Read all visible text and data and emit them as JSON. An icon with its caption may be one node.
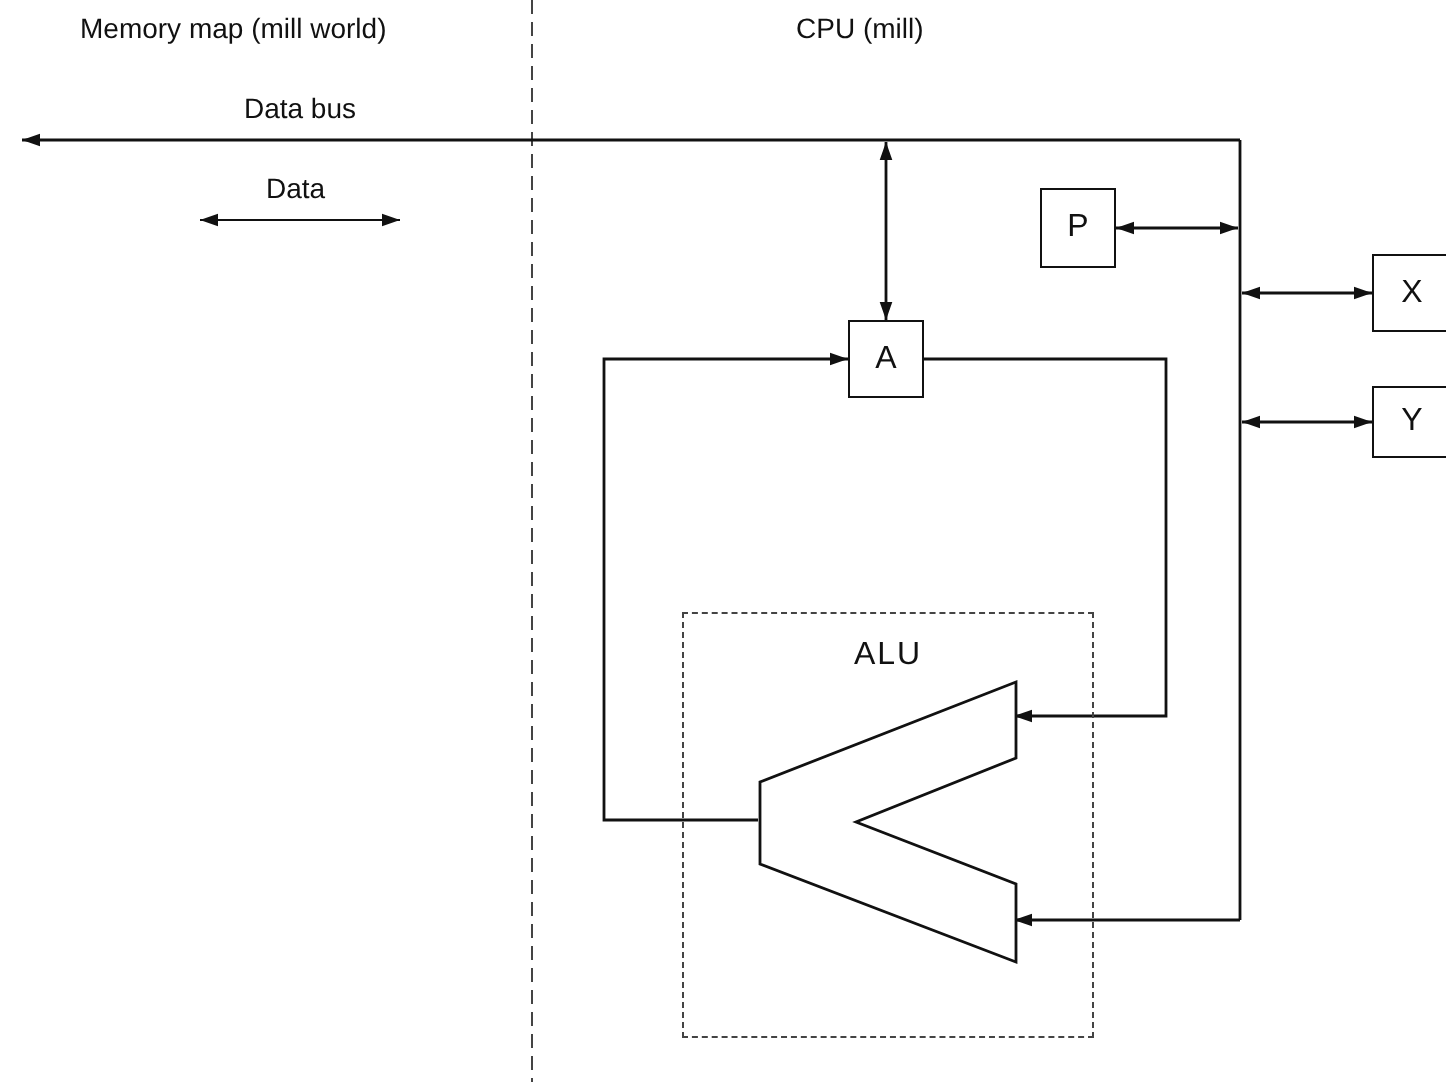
{
  "diagram": {
    "nodes": [
      {
        "text": [],
        "shape": "bar"
      },
      {
        "text": [
          "P"
        ]
      },
      {
        "text": [
          "X"
        ]
      },
      {
        "text": [
          "A"
        ]
      },
      {
        "text": [
          "Y"
        ]
      },
      {
        "text": [
          "ALU"
        ]
      },
      {
        "text": [],
        "shape": "picture",
        "in": 5
      }
    ],
    "edges": [
      {
        "from": 0,
        "to": null,
        "arrow": "to",
        "label": "Data bus"
      },
      {
        "from": 3,
        "to": null,
        "arrow": "both"
      },
      {
        "from": 1,
        "to": 0,
        "arrow": "both"
      },
      {
        "from": 0,
        "to": 2,
        "arrow": "both"
      },
      {
        "from": 0,
        "to": 4,
        "arrow": "both"
      },
      {
        "from": 3,
        "to": 6,
        "arrow": "to"
      },
      {
        "from": 0,
        "to": 6,
        "arrow": "to"
      },
      {
        "from": 6,
        "to": 3,
        "arrow": "to"
      }
    ],
    "labels": [
      "Memory map (mill world)",
      "CPU (mill)",
      "Data"
    ]
  }
}
